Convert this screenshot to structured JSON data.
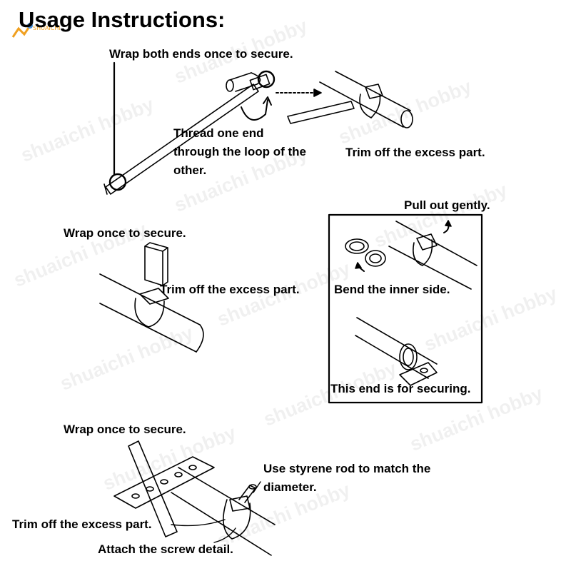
{
  "title": "Usage Instructions:",
  "watermark": "shuaichi hobby",
  "labels": {
    "wrap_both_ends": "Wrap both ends once to secure.",
    "thread_one_end": "Thread one end",
    "thread_through": "through the loop of the",
    "thread_other": "other.",
    "trim_top": "Trim off the excess part.",
    "pull_out": "Pull out gently.",
    "wrap_once_mid": "Wrap once to secure.",
    "trim_mid": "Trim off the excess part.",
    "bend_inner": "Bend the inner side.",
    "end_securing": "This end is for securing.",
    "wrap_once_bottom": "Wrap once to secure.",
    "styrene_line1": "Use styrene rod to match the",
    "styrene_line2": "diameter.",
    "trim_bottom": "Trim off the excess part.",
    "attach_screw": "Attach the screw detail."
  },
  "logo_text": "SHUAICHI",
  "colors": {
    "ink": "#000000",
    "watermark": "#bbbbbb",
    "logo": "#f0a020"
  }
}
